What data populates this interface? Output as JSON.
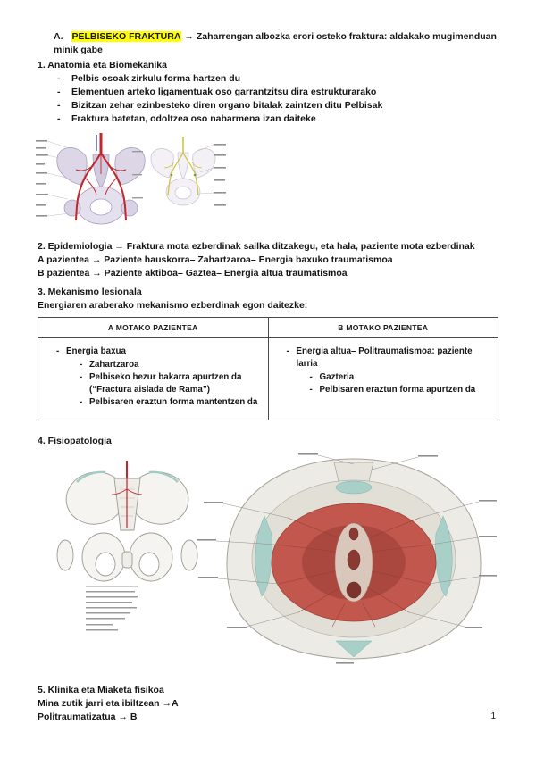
{
  "heading": {
    "prefix": "A.",
    "title": "PELBISEKO FRAKTURA",
    "rest": "→ Zaharrengan albozka erori osteko fraktura: aldakako mugimenduan minik gabe"
  },
  "anatomia": {
    "title": "1. Anatomia eta Biomekanika",
    "bullets": [
      "Pelbis osoak zirkulu forma hartzen du",
      "Elementuen arteko ligamentuak oso garrantzitsu dira estrukturarako",
      "Bizitzan zehar ezinbesteko diren organo bitalak zaintzen ditu Pelbisak",
      "Fraktura batetan, odoltzea oso nabarmena izan daiteke"
    ]
  },
  "epidemiologia": {
    "title": "2. Epidemiologia",
    "intro": "→ Fraktura mota ezberdinak sailka ditzakegu, eta hala, paziente mota ezberdinak",
    "line_a": "A pazientea → Paziente hauskorra– Zahartzaroa– Energia baxuko traumatismoa",
    "line_b": "B pazientea → Paziente aktiboa– Gaztea– Energia altua traumatismoa"
  },
  "mekanismo": {
    "title": "3. Mekanismo lesionala",
    "intro": "Energiaren araberako mekanismo ezberdinak egon daitezke:",
    "table": {
      "header_a": "A MOTAKO PAZIENTEA",
      "header_b": "B MOTAKO PAZIENTEA",
      "col_a": {
        "lead": "Energia baxua",
        "subs": [
          "Zahartzaroa",
          "Pelbiseko hezur bakarra apurtzen da (“Fractura aislada de Rama”)",
          "Pelbisaren eraztun forma mantentzen da"
        ]
      },
      "col_b": {
        "lead": "Energia altua– Politraumatismoa: paziente larria",
        "subs": [
          "Gazteria",
          "Pelbisaren eraztun forma apurtzen da"
        ]
      }
    }
  },
  "fisiopatologia": {
    "title": "4. Fisiopatologia"
  },
  "klinika": {
    "title": "5. Klinika eta Miaketa fisikoa",
    "line_a": "Mina zutik jarri eta ibiltzean →A",
    "line_b": "Politraumatizatua → B"
  },
  "page_number": "1",
  "colors": {
    "highlight": "#ffff00",
    "artery_red": "#c1272d",
    "muscle_red": "#b5443c",
    "teal": "#a9cfc9"
  }
}
